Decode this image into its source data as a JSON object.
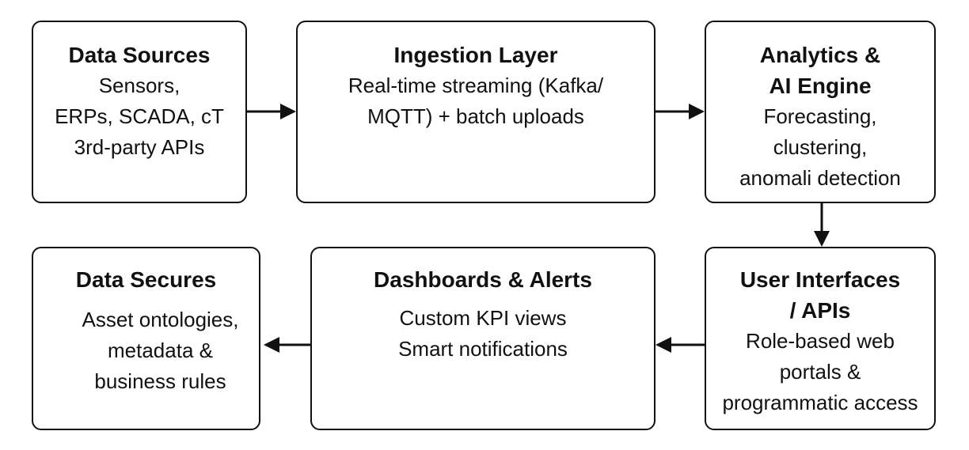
{
  "nodes": {
    "data_sources": {
      "title": "Data Sources",
      "body": "Sensors,\nERPs, SCADA, cT\n3rd-party APIs"
    },
    "ingestion": {
      "title": "Ingestion Layer",
      "body": "Real-time streaming (Kafka/\nMQTT) + batch uploads"
    },
    "analytics": {
      "title": "Analytics &\nAI Engine",
      "body": "Forecasting,\nclustering,\nanomali detection"
    },
    "user_interfaces": {
      "title": "User Interfaces\n/ APIs",
      "body": "Role-based web\nportals &\nprogrammatic access"
    },
    "dashboards": {
      "title": "Dashboards & Alerts",
      "body": "Custom KPI views\nSmart notifications"
    },
    "data_secures": {
      "title": "Data Secures",
      "body": "Asset ontologies,\nmetadata &\nbusiness rules"
    }
  }
}
